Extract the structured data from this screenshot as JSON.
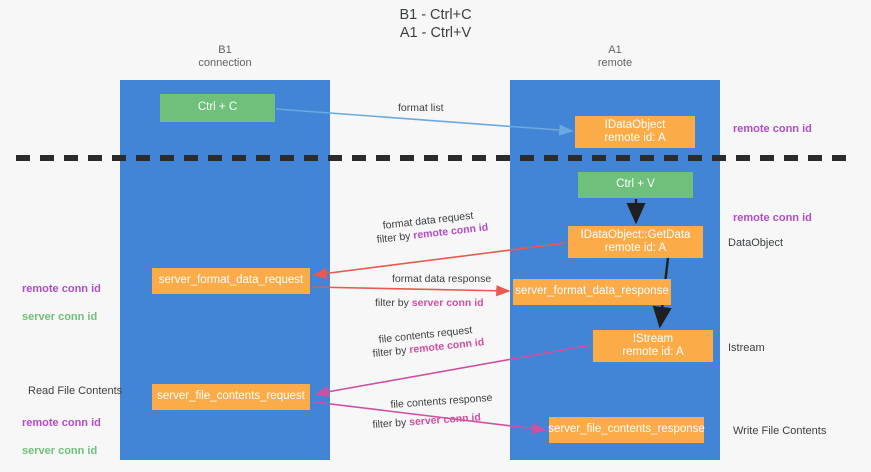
{
  "title": "B1 - Ctrl+C\nA1 - Ctrl+V",
  "lanes": [
    {
      "key": "b1",
      "label": "B1\nconnection",
      "color": "#4285d6"
    },
    {
      "key": "a1",
      "label": "A1\nremote",
      "color": "#4285d6"
    }
  ],
  "nodes": {
    "ctrl_c": "Ctrl + C",
    "idataobject": "IDataObject\nremote id: A",
    "ctrl_v": "Ctrl + V",
    "getdata": "IDataObject::GetData\nremote id: A",
    "server_format_data_request": "server_format_data_request",
    "server_format_data_response": "server_format_data_response",
    "istream": "IStream\nremote id: A",
    "server_file_contents_request": "server_file_contents_request",
    "server_file_contents_response": "server_file_contents_response"
  },
  "edge_labels": {
    "format_list": "format list",
    "format_data_request": "format data request",
    "format_data_request_filter_prefix": "filter by ",
    "format_data_request_filter_key": "remote conn id",
    "format_data_response": "format data response",
    "format_data_response_filter_prefix": "filter by ",
    "format_data_response_filter_key": "server conn id",
    "file_contents_request": "file contents request",
    "file_contents_request_filter_prefix": "filter by ",
    "file_contents_request_filter_key": "remote conn id",
    "file_contents_response": "file contents response",
    "file_contents_response_filter_prefix": "filter by ",
    "file_contents_response_filter_key": "server conn id"
  },
  "annotations": {
    "right_remote_conn_id_top": "remote conn id",
    "right_remote_conn_id_mid": "remote conn id",
    "right_dataobject": "DataObject",
    "right_istream": "Istream",
    "right_write_file_contents": "Write File Contents",
    "left_remote_conn_id_1": "remote conn id",
    "left_server_conn_id_1": "server conn id",
    "left_read_file_contents": "Read File Contents",
    "left_remote_conn_id_2": "remote conn id",
    "left_server_conn_id_2": "server conn id"
  },
  "colors": {
    "lane": "#4285d6",
    "green_node": "#6fc07b",
    "orange_node": "#fbab48",
    "remote_conn_id": "#b24cc8",
    "server_conn_id": "#6fc07b",
    "arrow_blue": "#6aa9e0",
    "arrow_red": "#e8594f",
    "arrow_pink": "#cf4fa0",
    "arrow_black": "#1f1f1f",
    "background": "#f7f7f7"
  }
}
